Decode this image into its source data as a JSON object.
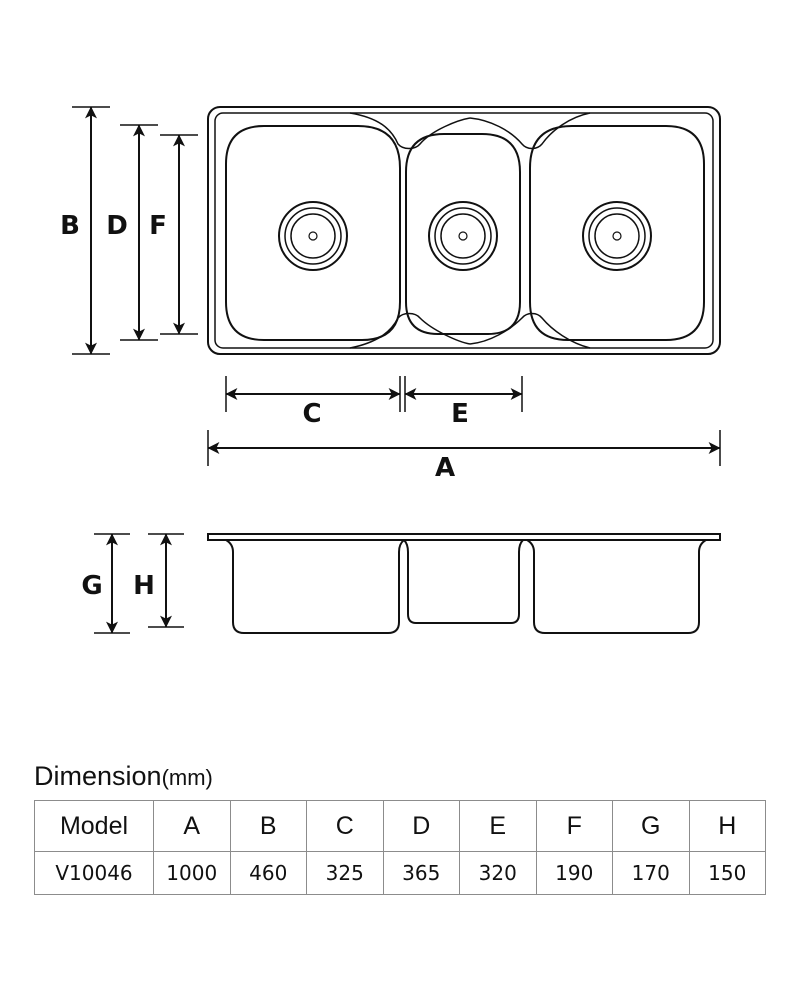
{
  "diagram": {
    "labels": {
      "A": "A",
      "B": "B",
      "C": "C",
      "D": "D",
      "E": "E",
      "F": "F",
      "G": "G",
      "H": "H"
    }
  },
  "dimensions": {
    "title": "Dimension",
    "unit": "(mm)",
    "headers": [
      "Model",
      "A",
      "B",
      "C",
      "D",
      "E",
      "F",
      "G",
      "H"
    ],
    "values": [
      "V10046",
      "1000",
      "460",
      "325",
      "365",
      "320",
      "190",
      "170",
      "150"
    ]
  }
}
